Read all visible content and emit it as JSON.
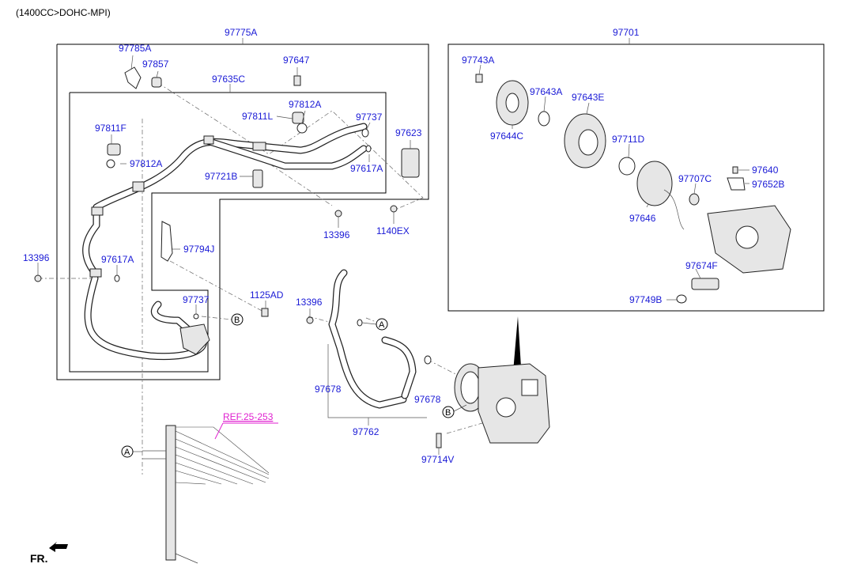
{
  "header": {
    "engine": "(1400CC>DOHC-MPI)"
  },
  "groups": {
    "hose_assy": "97775A",
    "compressor_assy": "97701",
    "hose_97762": "97762"
  },
  "labels": {
    "p97785A": "97785A",
    "p97857": "97857",
    "p97647": "97647",
    "p97635C": "97635C",
    "p97812A_top": "97812A",
    "p97811L": "97811L",
    "p97737_top": "97737",
    "p97623": "97623",
    "p97811F": "97811F",
    "p97812A_left": "97812A",
    "p97617A_right": "97617A",
    "p97721B": "97721B",
    "p13396_mid": "13396",
    "p1140EX": "1140EX",
    "p13396_left": "13396",
    "p97617A_left": "97617A",
    "p97794J": "97794J",
    "p97737_low": "97737",
    "p1125AD": "1125AD",
    "p13396_low": "13396",
    "p97678_left": "97678",
    "p97678_right": "97678",
    "p97714V": "97714V",
    "p97743A": "97743A",
    "p97643A": "97643A",
    "p97643E": "97643E",
    "p97644C": "97644C",
    "p97711D": "97711D",
    "p97707C": "97707C",
    "p97640": "97640",
    "p97652B": "97652B",
    "p97646": "97646",
    "p97674F": "97674F",
    "p97749B": "97749B"
  },
  "callouts": {
    "a": "A",
    "b": "B"
  },
  "reference": {
    "text": "REF.25-253"
  },
  "orientation": {
    "text": "FR."
  }
}
